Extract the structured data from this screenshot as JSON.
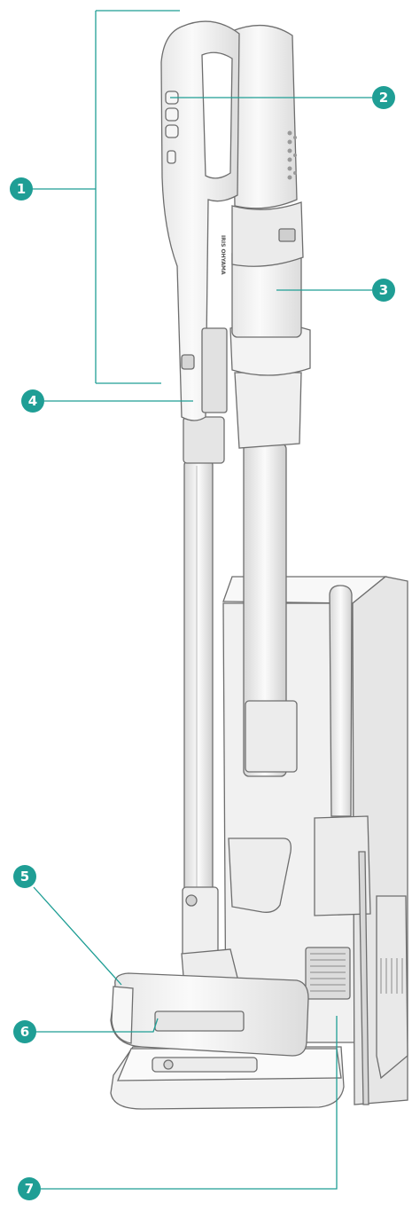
{
  "colors": {
    "accent": "#1f9e95",
    "line": "#1f9e95",
    "outline": "#6e6e6e",
    "body": "#f3f3f3",
    "shade": "#e4e4e4",
    "dark": "#c8c8c8"
  },
  "callouts": [
    {
      "id": "1",
      "label": "1"
    },
    {
      "id": "2",
      "label": "2"
    },
    {
      "id": "3",
      "label": "3"
    },
    {
      "id": "4",
      "label": "4"
    },
    {
      "id": "5",
      "label": "5"
    },
    {
      "id": "6",
      "label": "6"
    },
    {
      "id": "7",
      "label": "7"
    }
  ],
  "brand_text": "IRIS OHYAMA"
}
